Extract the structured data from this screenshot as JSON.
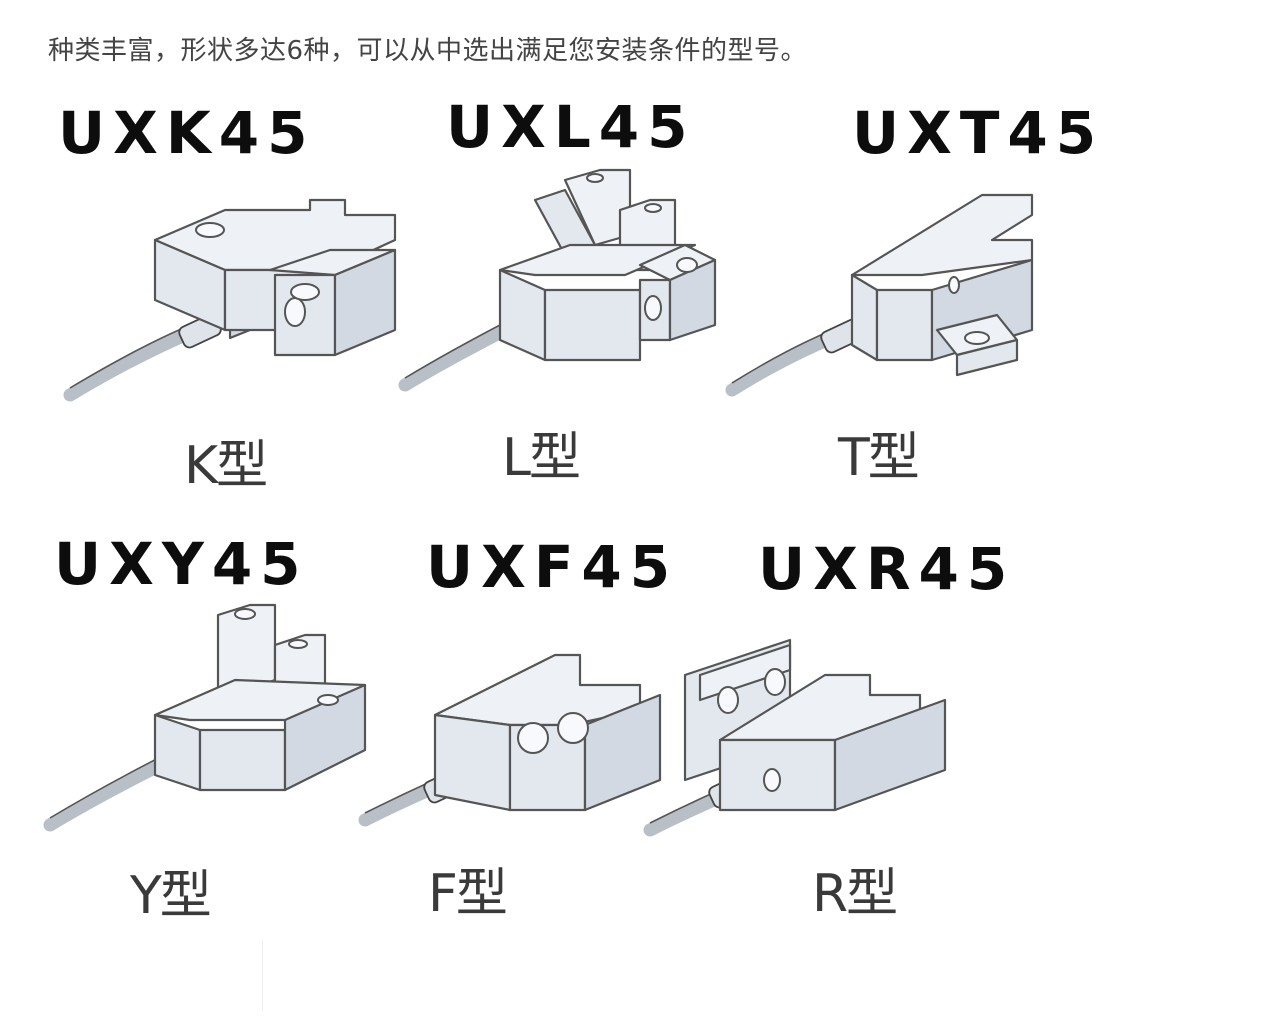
{
  "intro": "种类丰富，形状多达6种，可以从中选出满足您安装条件的型号。",
  "products": [
    {
      "model": "UXK45",
      "type": "K型",
      "shape": "k-shaped-sensor"
    },
    {
      "model": "UXL45",
      "type": "L型",
      "shape": "l-shaped-sensor"
    },
    {
      "model": "UXT45",
      "type": "T型",
      "shape": "t-shaped-sensor"
    },
    {
      "model": "UXY45",
      "type": "Y型",
      "shape": "y-shaped-sensor"
    },
    {
      "model": "UXF45",
      "type": "F型",
      "shape": "f-shaped-sensor"
    },
    {
      "model": "UXR45",
      "type": "R型",
      "shape": "r-shaped-sensor"
    }
  ],
  "colors": {
    "body": "#e3e8ef",
    "outline": "#555555",
    "cable": "#b8bfc7",
    "text": "#0d0d0d"
  }
}
